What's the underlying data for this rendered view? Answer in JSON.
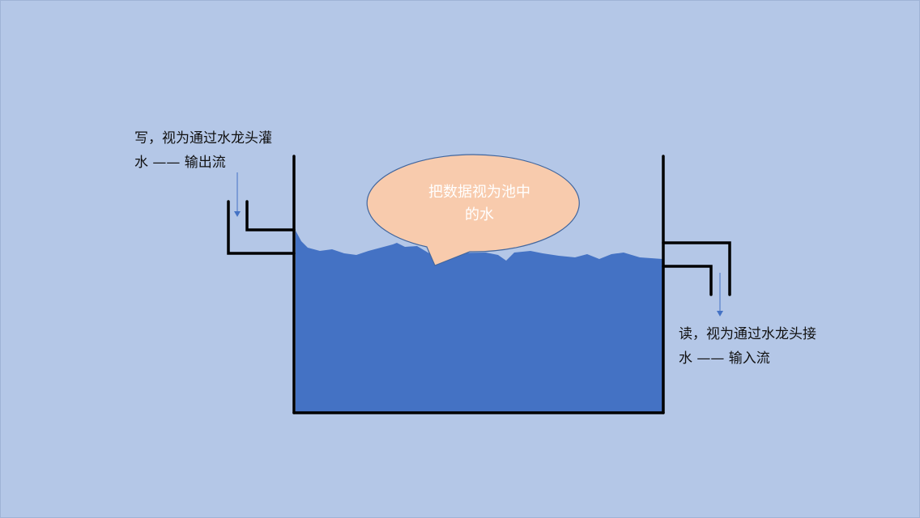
{
  "write_label": {
    "line1": "写，视为通过水龙头灌",
    "line2": "水 —— 输出流"
  },
  "read_label": {
    "line1": "读，视为通过水龙头接",
    "line2": "水 —— 输入流"
  },
  "bubble": {
    "line1": "把数据视为池中",
    "line2": "的水"
  },
  "colors": {
    "background": "#b4c7e7",
    "water": "#4472c4",
    "bubble": "#f8cbad",
    "arrow": "#4472c4"
  }
}
